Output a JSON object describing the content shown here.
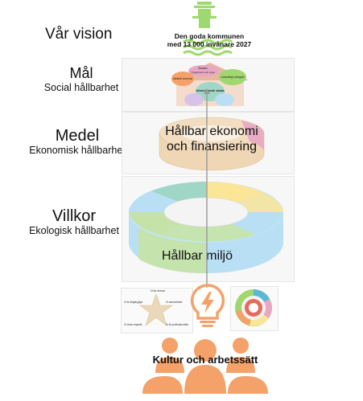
{
  "left_labels": [
    {
      "main": "Vår vision",
      "sub": ""
    },
    {
      "main": "Mål",
      "sub": "Social hållbarhet"
    },
    {
      "main": "Medel",
      "sub": "Ekonomisk hållbarhet"
    },
    {
      "main": "Villkor",
      "sub": "Ekologisk hållbarhet"
    }
  ],
  "vision": {
    "line1": "Den goda kommunen",
    "line2": "med 13 000 invånare 2027"
  },
  "goal_bubbles": [
    "Bostad",
    "Trygga barn och unga",
    "Livskraftigt näringsliv",
    "Utvecklande skola",
    "Attraktiv kommun"
  ],
  "economy": {
    "line1": "Hållbar ekonomi",
    "line2": "och finansiering"
  },
  "environment": {
    "label": "Hållbar miljö"
  },
  "culture": {
    "label": "Kultur och arbetssätt"
  },
  "star_labels": [
    "Vi tar ansvar",
    "Vi samarbetar",
    "Vi är tillgängliga",
    "Vi visar respekt",
    "Vi är professionella"
  ],
  "colors": {
    "green": "#8fcf6a",
    "orange": "#f4a26a",
    "beige": "#efd6b4",
    "blue": "#b9dff4",
    "yellow": "#fbe597",
    "teal": "#9fd6c6",
    "pink": "#e8a7c3"
  }
}
